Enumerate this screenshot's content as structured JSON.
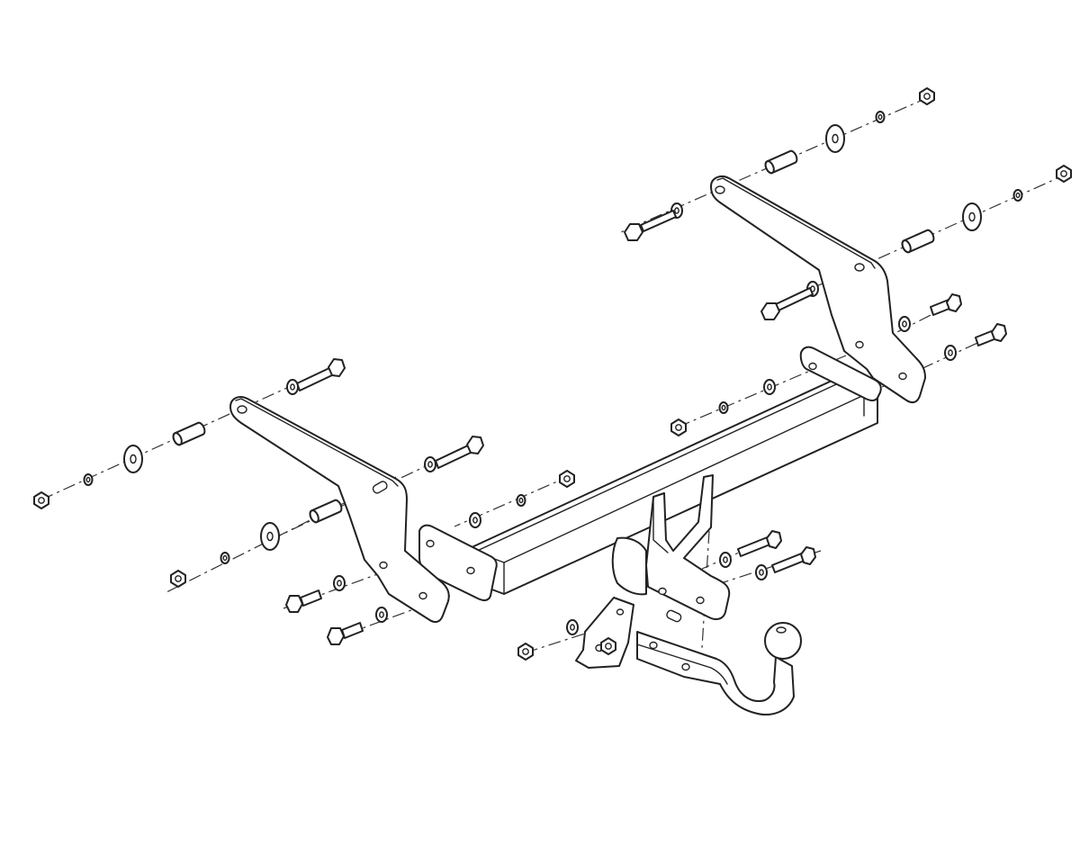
{
  "diagram": {
    "kind": "exploded-assembly",
    "colors": {
      "line": "#222222",
      "background": "#ffffff",
      "part_fill": "#ffffff"
    },
    "components": [
      {
        "id": "crossbar",
        "icon": "square-tube"
      },
      {
        "id": "left-bracket",
        "icon": "plate-bracket"
      },
      {
        "id": "right-bracket",
        "icon": "plate-bracket"
      },
      {
        "id": "tow-ball-neck",
        "icon": "tow-ball"
      },
      {
        "id": "socket-plate",
        "icon": "plate"
      },
      {
        "id": "bolts",
        "icon": "hex-bolt"
      },
      {
        "id": "nuts",
        "icon": "hex-nut"
      },
      {
        "id": "washers",
        "icon": "flat-washer"
      },
      {
        "id": "spacer-sleeves",
        "icon": "tube-spacer"
      }
    ]
  }
}
